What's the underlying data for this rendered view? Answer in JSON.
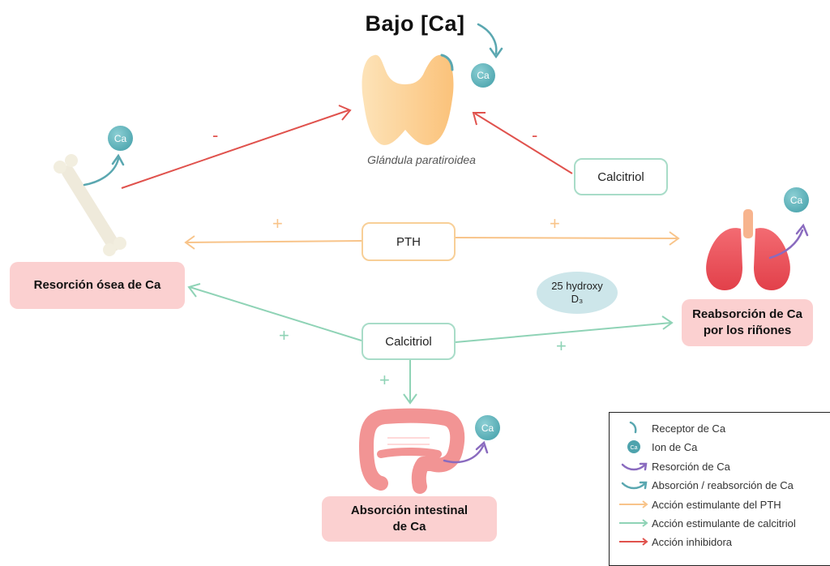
{
  "title": "Bajo [Ca]",
  "gland_label": "Glándula paratiroidea",
  "nodes": {
    "pth": "PTH",
    "calcitriol_top": "Calcitriol",
    "calcitriol_mid": "Calcitriol",
    "hydroxy_line1": "25 hydroxy",
    "hydroxy_line2": "D₃"
  },
  "outcomes": {
    "bone": "Resorción ósea de Ca",
    "kidney_line1": "Reabsorción de Ca",
    "kidney_line2": "por los riñones",
    "intestine_line1": "Absorción intestinal",
    "intestine_line2": "de Ca"
  },
  "ion_label": "Ca",
  "signs": {
    "minus": "-",
    "plus": "+"
  },
  "colors": {
    "inhibitory": "#e0524d",
    "pth": "#f8c48a",
    "calcitriol": "#8fd3b6",
    "receptor": "#5aa7b0",
    "resorption": "#8a6bbf",
    "outcome_bg": "#fbd0d0"
  },
  "legend": [
    {
      "icon": "receptor-icon",
      "label": "Receptor de Ca"
    },
    {
      "icon": "ca-ion-icon",
      "label": "Ion de Ca"
    },
    {
      "icon": "purple-arrow-icon",
      "label": "Resorción de Ca"
    },
    {
      "icon": "teal-arrow-icon",
      "label": "Absorción / reabsorción de Ca"
    },
    {
      "icon": "orange-line-icon",
      "label": "Acción estimulante del PTH"
    },
    {
      "icon": "green-line-icon",
      "label": "Acción estimulante de calcitriol"
    },
    {
      "icon": "red-line-icon",
      "label": "Acción inhibidora"
    }
  ]
}
